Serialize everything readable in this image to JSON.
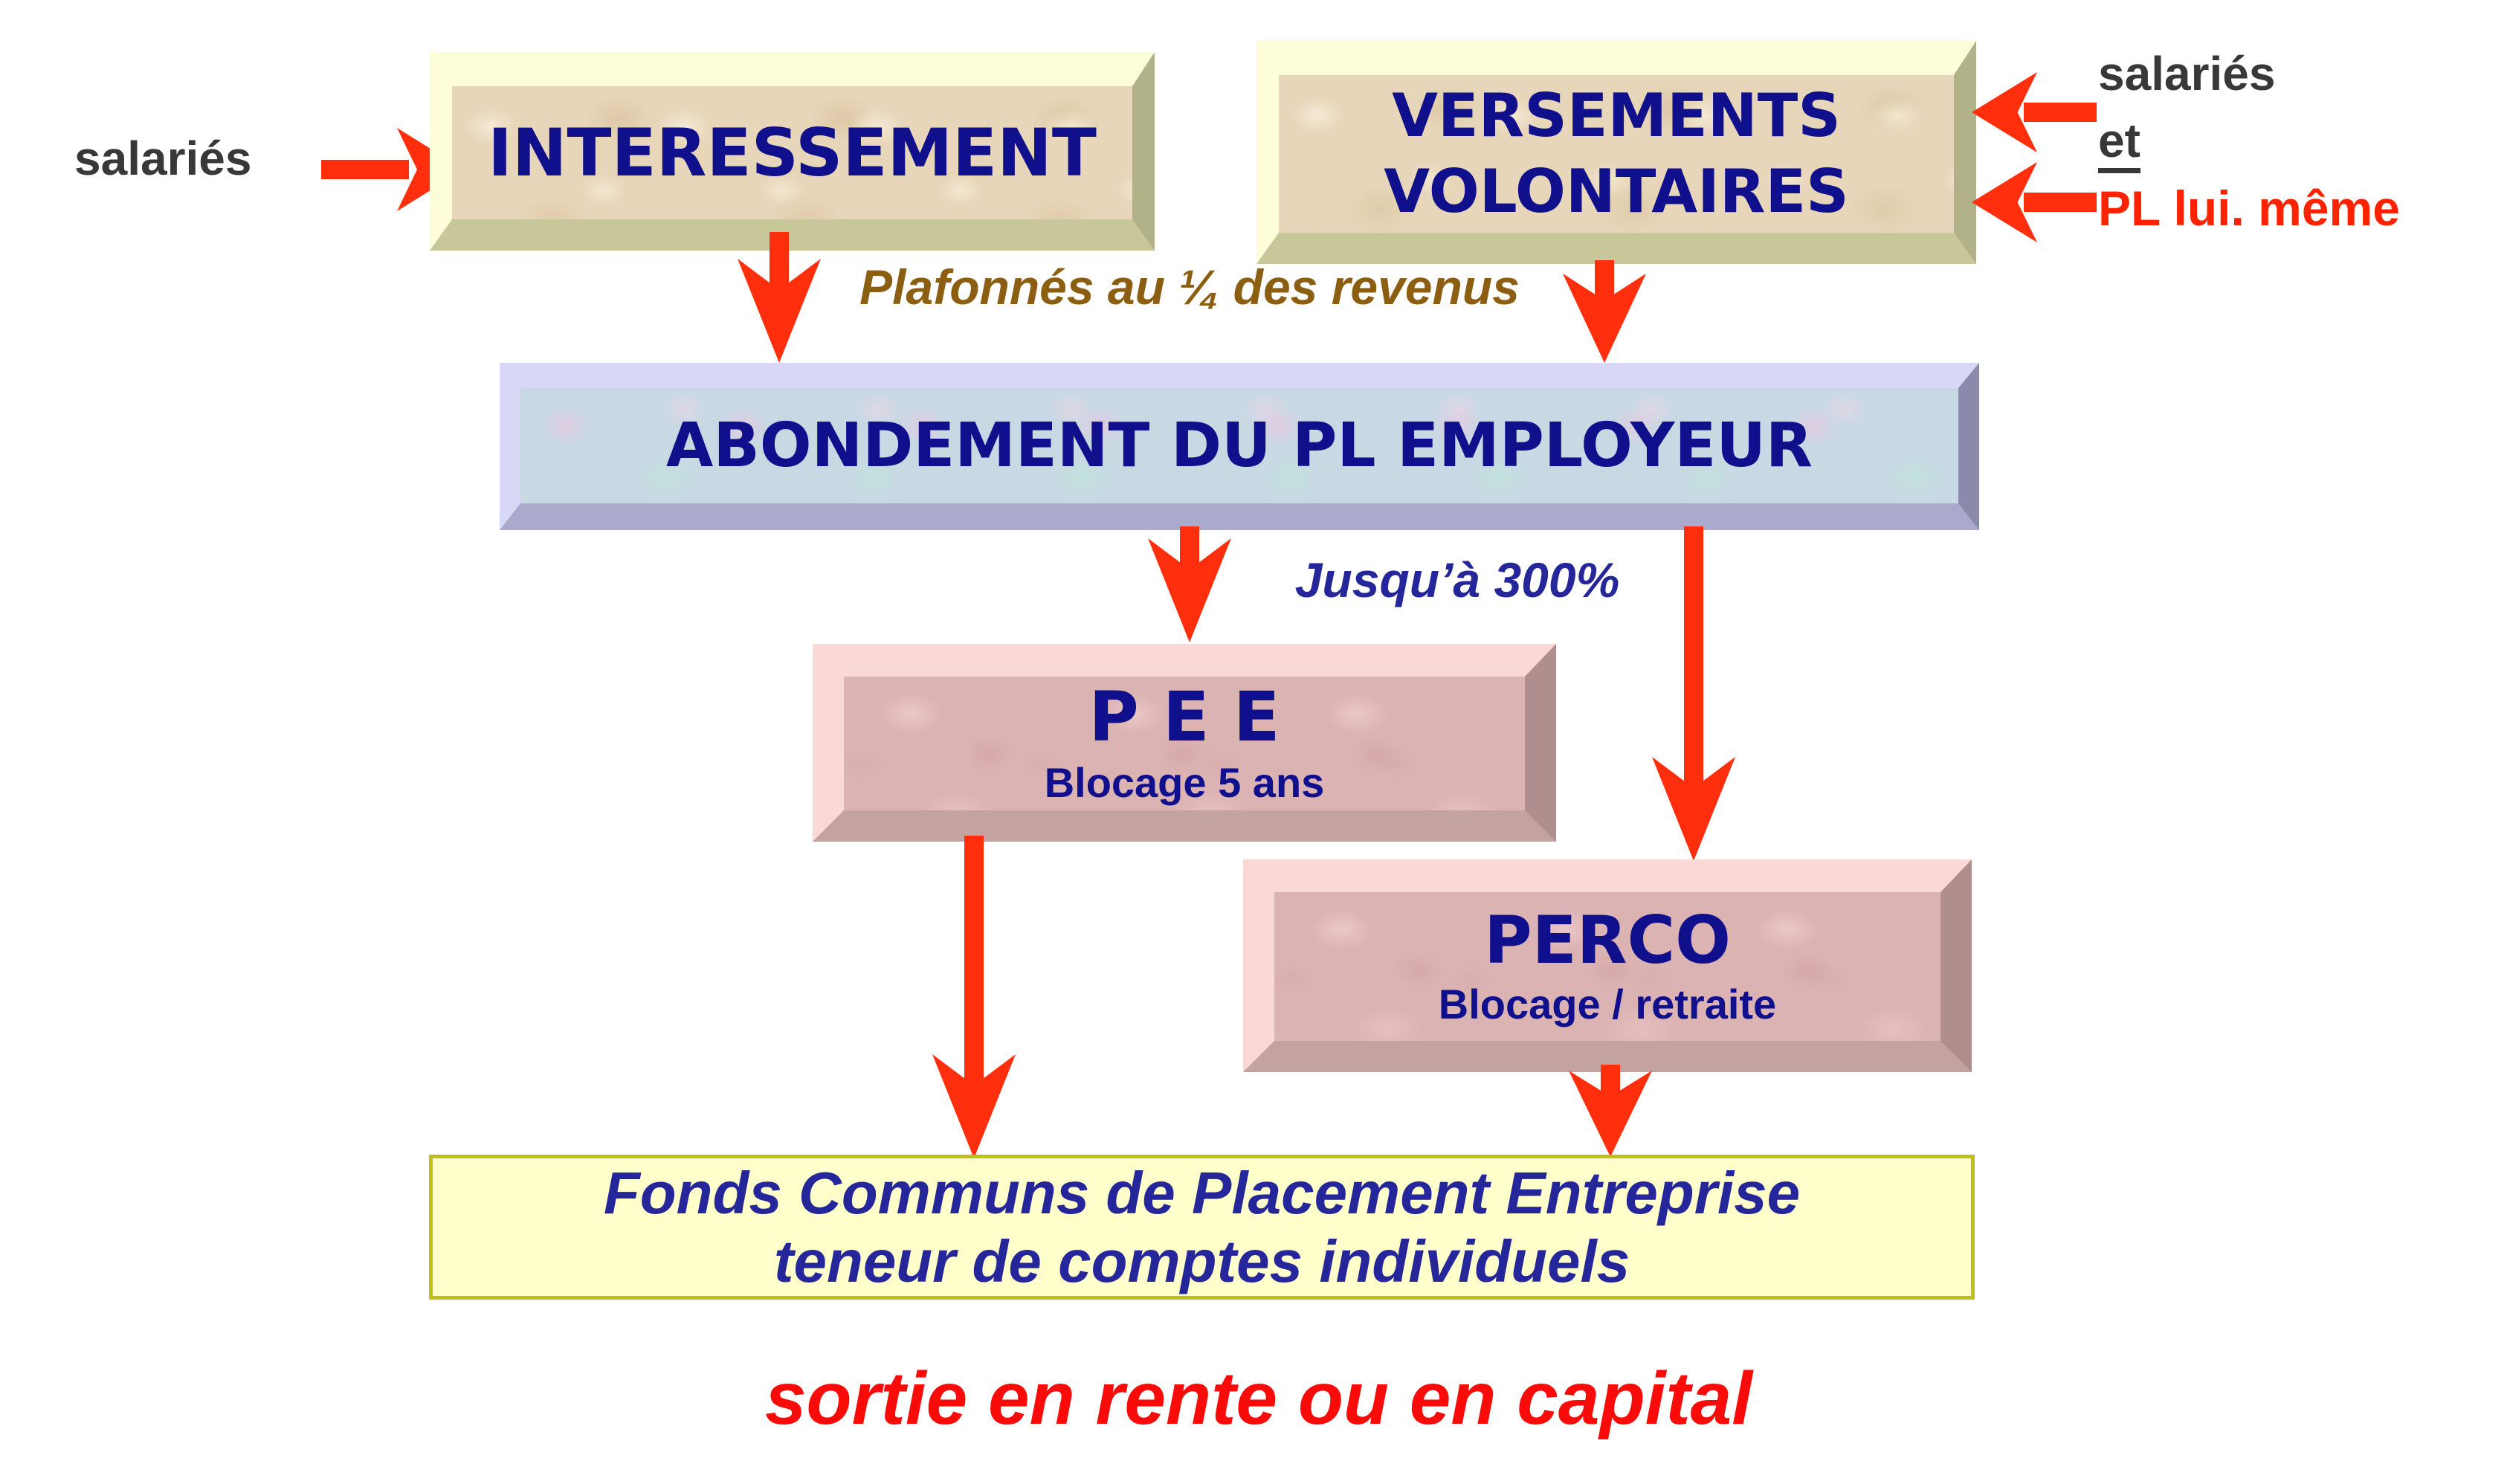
{
  "diagram": {
    "sources": {
      "left_label": "salariés",
      "right_label_1": "salariés",
      "right_label_2": "et",
      "right_label_3": "PL lui. même"
    },
    "boxes": {
      "interessement": {
        "title": "INTERESSEMENT"
      },
      "versements": {
        "line1": "VERSEMENTS",
        "line2": "VOLONTAIRES"
      },
      "abondement": {
        "title": "ABONDEMENT DU PL EMPLOYEUR"
      },
      "pee": {
        "title": "P E E",
        "subtitle": "Blocage 5 ans"
      },
      "perco": {
        "title": "PERCO",
        "subtitle": "Blocage / retraite"
      },
      "fcpe": {
        "line1": "Fonds Communs de Placement Entreprise",
        "line2": "teneur de comptes individuels"
      }
    },
    "annotations": {
      "plafond": "Plafonnés au ¼ des revenus",
      "abondement_max": "Jusqu’à 300%",
      "sortie": "sortie en rente ou en capital"
    },
    "colors": {
      "navy-text": "#10108C",
      "italic-navy": "#26269B",
      "brown-text": "#8C5E12",
      "arrow-red": "#FF2F0E",
      "label-gray": "#383838",
      "pl-red": "#FF2200",
      "sortie-red": "#F80B08",
      "tan-fill": "#E7D6BA",
      "cream-bevel": "#FDFDD9",
      "olive-bevel": "#C7C79A",
      "olive-bevel-dark": "#B2B289",
      "blue-fill": "#C8D9E4",
      "lavender-bevel": "#D8D8F6",
      "lavender-bevel-mid": "#AAAACC",
      "lavender-bevel-dark": "#8A8AAC",
      "pink-fill": "#DCB3B3",
      "pink-bevel-light": "#F9D8D6",
      "pink-bevel-mid": "#C4A2A0",
      "pink-bevel-dark": "#B18E8E",
      "yellow-fill": "#FFFFCB",
      "yellow-border": "#BFBF1A"
    }
  }
}
